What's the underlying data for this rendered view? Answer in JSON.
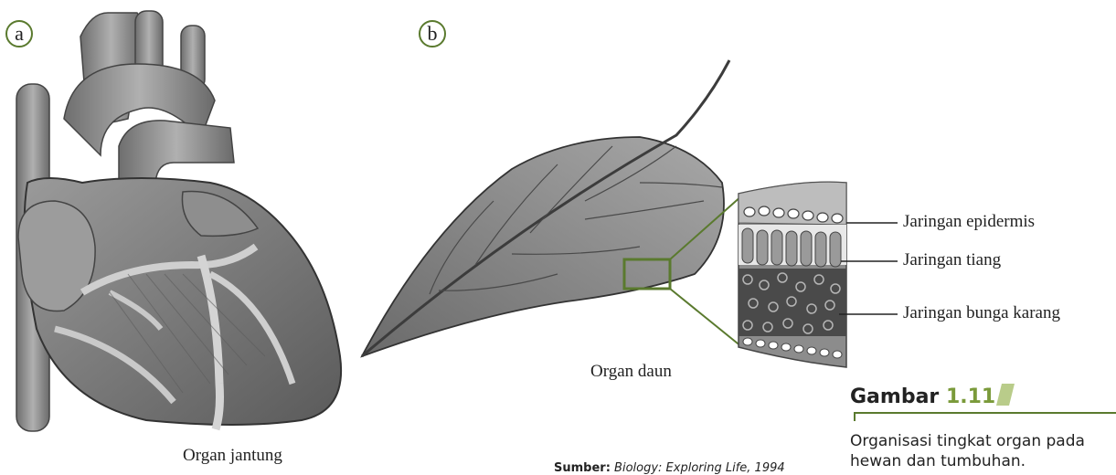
{
  "panels": {
    "a": "a",
    "b": "b"
  },
  "captions": {
    "heart": "Organ jantung",
    "leaf": "Organ daun"
  },
  "tissue_labels": {
    "epidermis": "Jaringan epidermis",
    "tiang": "Jaringan tiang",
    "bunga_karang": "Jaringan bunga karang"
  },
  "figure": {
    "title_word": "Gambar",
    "title_number": "1.11",
    "description": "Organisasi tingkat organ pada hewan dan tumbuhan."
  },
  "source": {
    "label": "Sumber:",
    "text": "Biology: Exploring Life, 1994"
  },
  "colors": {
    "accent": "#5a7a2e",
    "accent_light": "#b9cc8a",
    "number": "#7a9a3a"
  },
  "icons": {
    "heart": "heart-illustration",
    "leaf": "leaf-illustration",
    "crosssection": "leaf-cross-section-illustration"
  }
}
